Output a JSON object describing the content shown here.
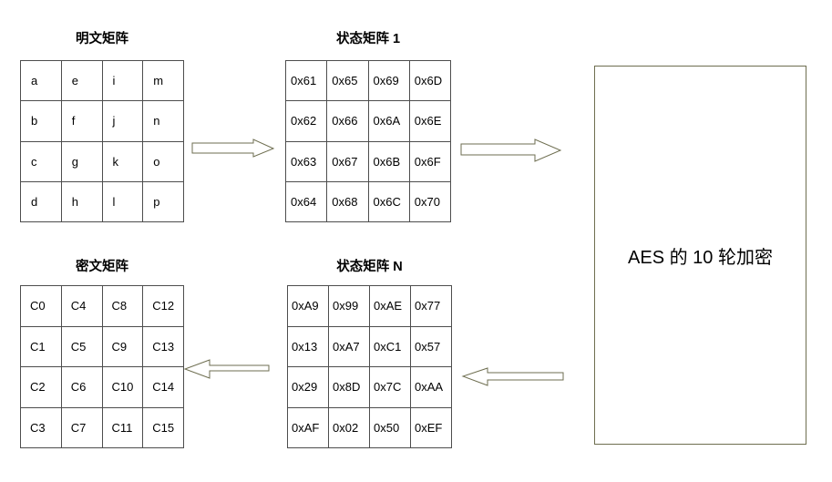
{
  "page": {
    "background_color": "#ffffff",
    "text_color": "#000000"
  },
  "diagram": {
    "colors": {
      "table_border": "#4d4d4d",
      "arrow_stroke": "#6e6e50",
      "box_border": "#6e6e50"
    },
    "matrices": {
      "plaintext": {
        "title": "明文矩阵",
        "rows": [
          [
            "a",
            "e",
            "i",
            "m"
          ],
          [
            "b",
            "f",
            "j",
            "n"
          ],
          [
            "c",
            "g",
            "k",
            "o"
          ],
          [
            "d",
            "h",
            "l",
            "p"
          ]
        ]
      },
      "state1": {
        "title": "状态矩阵 1",
        "rows": [
          [
            "0x61",
            "0x65",
            "0x69",
            "0x6D"
          ],
          [
            "0x62",
            "0x66",
            "0x6A",
            "0x6E"
          ],
          [
            "0x63",
            "0x67",
            "0x6B",
            "0x6F"
          ],
          [
            "0x64",
            "0x68",
            "0x6C",
            "0x70"
          ]
        ]
      },
      "cipher": {
        "title": "密文矩阵",
        "rows": [
          [
            "C0",
            "C4",
            "C8",
            "C12"
          ],
          [
            "C1",
            "C5",
            "C9",
            "C13"
          ],
          [
            "C2",
            "C6",
            "C10",
            "C14"
          ],
          [
            "C3",
            "C7",
            "C11",
            "C15"
          ]
        ]
      },
      "stateN": {
        "title": "状态矩阵 N",
        "rows": [
          [
            "0xA9",
            "0x99",
            "0xAE",
            "0x77"
          ],
          [
            "0x13",
            "0xA7",
            "0xC1",
            "0x57"
          ],
          [
            "0x29",
            "0x8D",
            "0x7C",
            "0xAA"
          ],
          [
            "0xAF",
            "0x02",
            "0x50",
            "0xEF"
          ]
        ]
      }
    },
    "aes_box": {
      "label": "AES 的 10 轮加密"
    },
    "arrows": [
      {
        "icon": "arrow-right-icon",
        "from": "plaintext-matrix",
        "to": "state-matrix-1",
        "direction": "right"
      },
      {
        "icon": "arrow-right-icon",
        "from": "state-matrix-1",
        "to": "aes-box",
        "direction": "right"
      },
      {
        "icon": "arrow-left-icon",
        "from": "aes-box",
        "to": "state-matrix-n",
        "direction": "left"
      },
      {
        "icon": "arrow-left-icon",
        "from": "state-matrix-n",
        "to": "cipher-matrix",
        "direction": "left"
      }
    ]
  }
}
